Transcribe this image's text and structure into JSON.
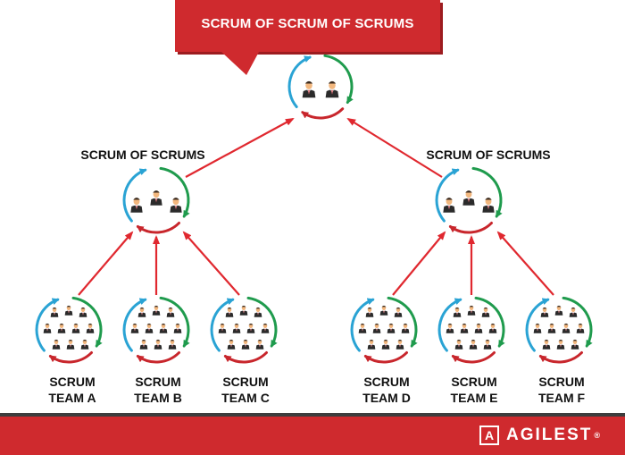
{
  "title": "SCRUM OF SCRUM OF SCRUMS",
  "sos_left": "SCRUM OF SCRUMS",
  "sos_right": "SCRUM OF SCRUMS",
  "teams": [
    {
      "line1": "SCRUM",
      "line2": "TEAM A"
    },
    {
      "line1": "SCRUM",
      "line2": "TEAM B"
    },
    {
      "line1": "SCRUM",
      "line2": "TEAM C"
    },
    {
      "line1": "SCRUM",
      "line2": "TEAM D"
    },
    {
      "line1": "SCRUM",
      "line2": "TEAM E"
    },
    {
      "line1": "SCRUM",
      "line2": "TEAM F"
    }
  ],
  "brand": {
    "name": "AGILEST",
    "mark": "A",
    "registered": "®"
  },
  "colors": {
    "accent_red": "#cf2a2e",
    "arc_blue": "#2aa3d4",
    "arc_green": "#1f9b4d",
    "arc_red": "#c8262c",
    "arrow_red": "#e0282f"
  },
  "icons": [
    "person-icon",
    "logo-icon"
  ]
}
